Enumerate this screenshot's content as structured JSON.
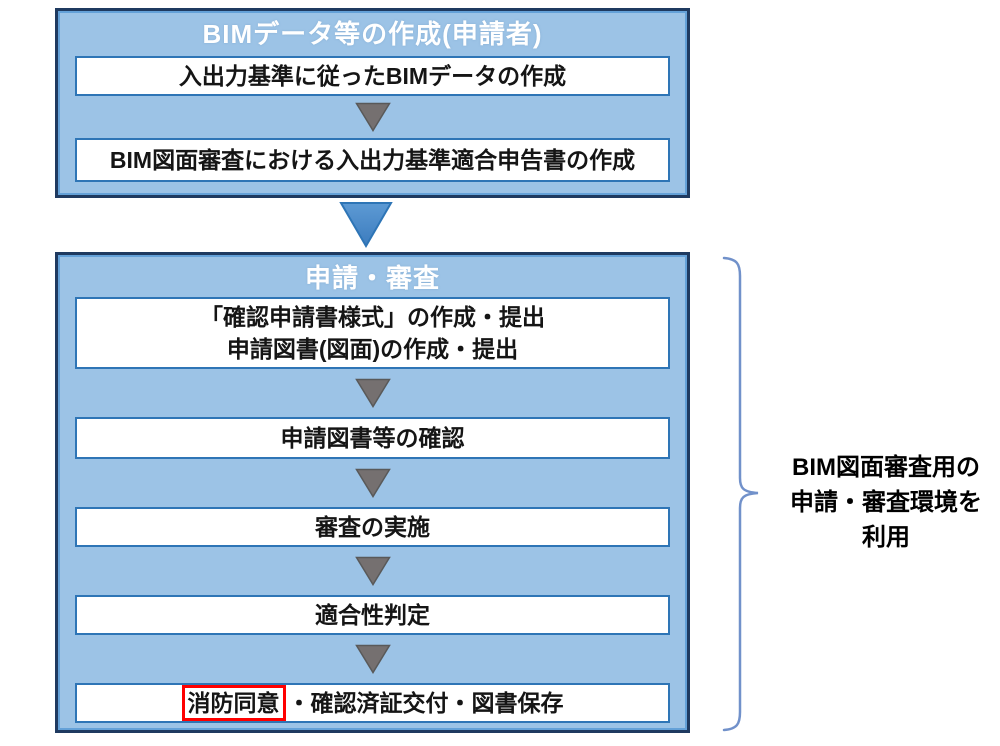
{
  "section1": {
    "title": "BIMデータ等の作成(申請者)",
    "step1": "入出力基準に従ったBIMデータの作成",
    "step2": "BIM図面審査における入出力基準適合申告書の作成"
  },
  "section2": {
    "title": "申請・審査",
    "step1_line1": "「確認申請書様式」の作成・提出",
    "step1_line2": "申請図書(図面)の作成・提出",
    "step2": "申請図書等の確認",
    "step3": "審査の実施",
    "step4": "適合性判定",
    "step5_highlight": "消防同意",
    "step5_rest": "・確認済証交付・図書保存"
  },
  "annotation": "BIM図面審査用の\n申請・審査環境を\n利用",
  "colors": {
    "panel_fill": "#9CC3E6",
    "panel_border": "#1F3A60",
    "step_border": "#2E75B6",
    "gray_arrow_fill": "#757070",
    "gray_arrow_stroke": "#595959",
    "blue_arrow_fill": "#4789C8",
    "blue_arrow_stroke": "#2E75B6",
    "brace": "#7191CA",
    "highlight_red": "#FF0000"
  }
}
